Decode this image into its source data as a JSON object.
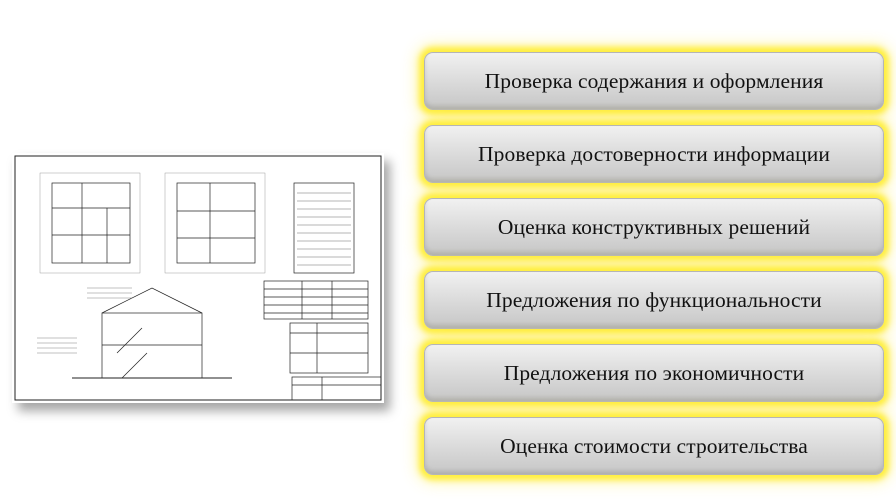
{
  "items": [
    {
      "label": "Проверка содержания и оформления"
    },
    {
      "label": "Проверка достоверности информации"
    },
    {
      "label": "Оценка конструктивных решений"
    },
    {
      "label": "Предложения по функциональности"
    },
    {
      "label": "Предложения по экономичности"
    },
    {
      "label": "Оценка стоимости строительства"
    }
  ],
  "colors": {
    "glow": "#ffec28",
    "button_top": "#f1f1f1",
    "button_bottom": "#c6c6c6"
  }
}
